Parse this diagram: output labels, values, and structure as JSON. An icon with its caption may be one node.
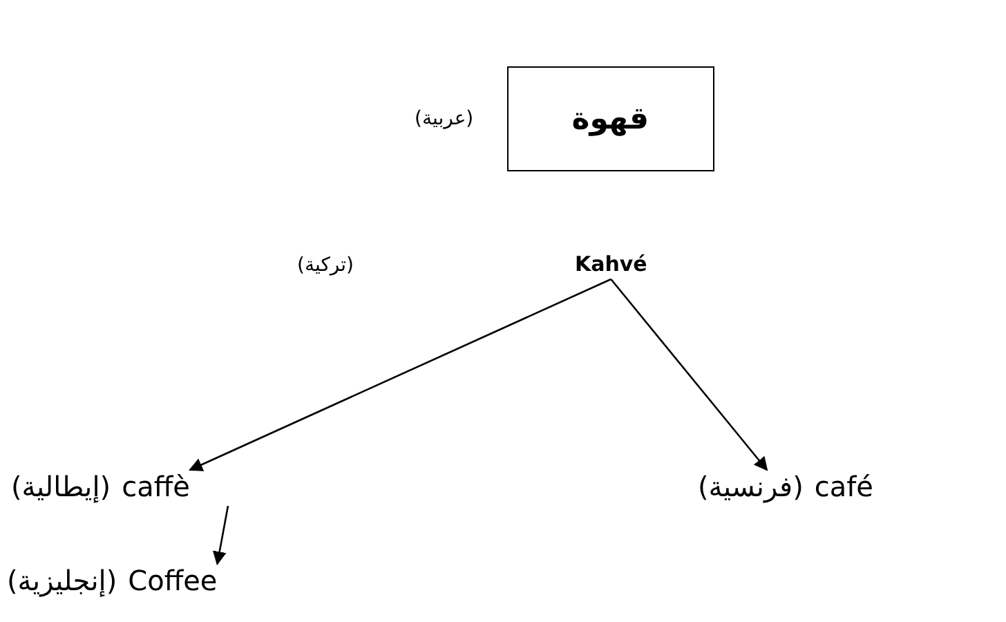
{
  "diagram": {
    "nodes": [
      {
        "text": [
          "قهوة"
        ],
        "beside": [
          "(عربية)"
        ]
      },
      {
        "text": [
          "Kahvé"
        ],
        "beside": [
          "(تركية)"
        ]
      },
      {
        "text": [
          "caffè"
        ],
        "beside": [
          "(إيطالية)"
        ]
      },
      {
        "text": [
          "café"
        ],
        "beside": [
          "(فرنسية)"
        ]
      },
      {
        "text": [
          "Coffee"
        ],
        "beside": [
          "(إنجليزية)"
        ]
      }
    ],
    "edges": [
      {
        "from": 1,
        "to": 2,
        "arrow": "to"
      },
      {
        "from": 1,
        "to": 3,
        "arrow": "to"
      },
      {
        "from": 2,
        "to": 4,
        "arrow": "to"
      }
    ]
  }
}
